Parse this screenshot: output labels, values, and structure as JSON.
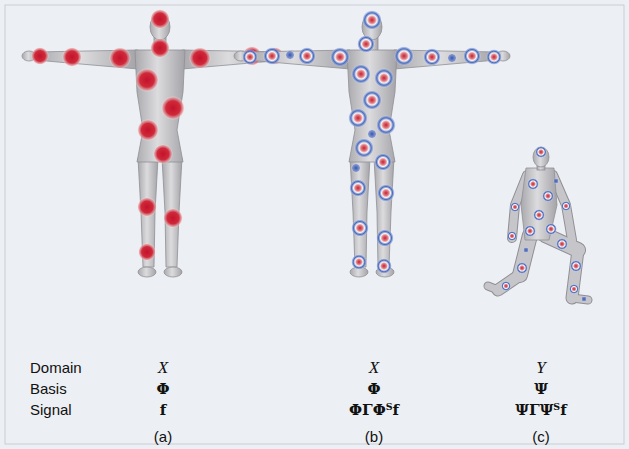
{
  "diagram": {
    "labels": [
      "Domain",
      "X",
      "X",
      "Y",
      "Basis",
      "Φ",
      "Φ",
      "Ψ",
      "Signal",
      "f",
      "ΦΓΦᵀf",
      "ΨΓΨᵀf",
      "(a)",
      "(b)",
      "(c)"
    ]
  }
}
